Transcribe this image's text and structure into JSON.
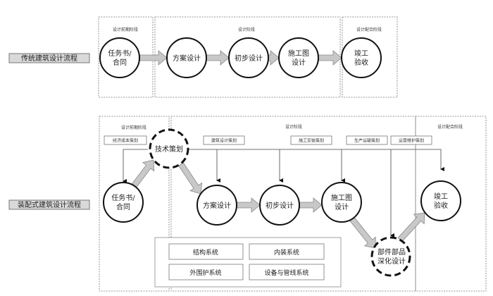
{
  "traditional": {
    "row_label": "传统建筑设计流程",
    "phases": [
      "设计前期阶段",
      "设计阶段",
      "设计配合阶段"
    ],
    "nodes": [
      {
        "line1": "任务书/",
        "line2": "合同"
      },
      {
        "line1": "方案设计",
        "line2": ""
      },
      {
        "line1": "初步设计",
        "line2": ""
      },
      {
        "line1": "施工图",
        "line2": "设计"
      },
      {
        "line1": "竣工",
        "line2": "验收"
      }
    ]
  },
  "prefab": {
    "row_label": "装配式建筑设计流程",
    "phases": [
      "设计前期阶段",
      "设计阶段",
      "设计配合阶段"
    ],
    "plans": [
      "经济成本策划",
      "建筑设计策划",
      "施工安装策划",
      "生产运输策划",
      "运营维护策划"
    ],
    "tech_node": "技术策划",
    "nodes": [
      {
        "line1": "任务书/",
        "line2": "合同"
      },
      {
        "line1": "方案设计",
        "line2": ""
      },
      {
        "line1": "初步设计",
        "line2": ""
      },
      {
        "line1": "施工图",
        "line2": "设计"
      },
      {
        "line1": "竣工",
        "line2": "验收"
      }
    ],
    "component_node": {
      "line1": "部件部品",
      "line2": "深化设计"
    },
    "systems": [
      "结构系统",
      "内装系统",
      "外围护系统",
      "设备与管线系统"
    ]
  },
  "colors": {
    "arrow_fill": "#c8c8c8",
    "arrow_stroke": "#888888",
    "label_bg": "#d9d9d9",
    "line": "#333333"
  }
}
